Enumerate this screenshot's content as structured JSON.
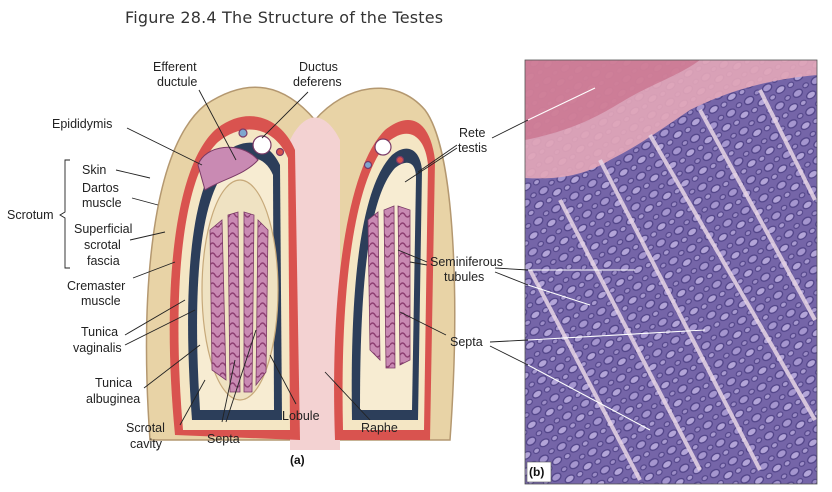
{
  "figure": {
    "title": "Figure 28.4  The Structure of the Testes"
  },
  "panel_a": {
    "tag": "(a)",
    "labels": {
      "efferent_1": "Efferent",
      "efferent_2": "ductule",
      "ductus_1": "Ductus",
      "ductus_2": "deferens",
      "epididymis": "Epididymis",
      "skin": "Skin",
      "dartos_1": "Dartos",
      "dartos_2": "muscle",
      "scrotum": "Scrotum",
      "superficial_1": "Superficial",
      "superficial_2": "scrotal",
      "superficial_3": "fascia",
      "cremaster_1": "Cremaster",
      "cremaster_2": "muscle",
      "tunica_vag_1": "Tunica",
      "tunica_vag_2": "vaginalis",
      "tunica_alb_1": "Tunica",
      "tunica_alb_2": "albuginea",
      "scrotal_cav_1": "Scrotal",
      "scrotal_cav_2": "cavity",
      "septa": "Septa",
      "lobule": "Lobule",
      "raphe": "Raphe",
      "rete_1": "Rete",
      "rete_2": "testis",
      "seminiferous_1": "Seminiferous",
      "seminiferous_2": "tubules",
      "septa_right": "Septa"
    },
    "colors": {
      "skin": "#e6cfa0",
      "muscle_red": "#d9534f",
      "cavity_navy": "#2c3e5a",
      "tubule_purple": "#b0709a",
      "fascia_pink": "#f2c9c9"
    }
  },
  "panel_b": {
    "tag": "(b)",
    "colors": {
      "tissue_purple": "#6a5a9c",
      "tissue_light": "#b9aad6",
      "septa_pink": "#e8c6d6"
    }
  }
}
